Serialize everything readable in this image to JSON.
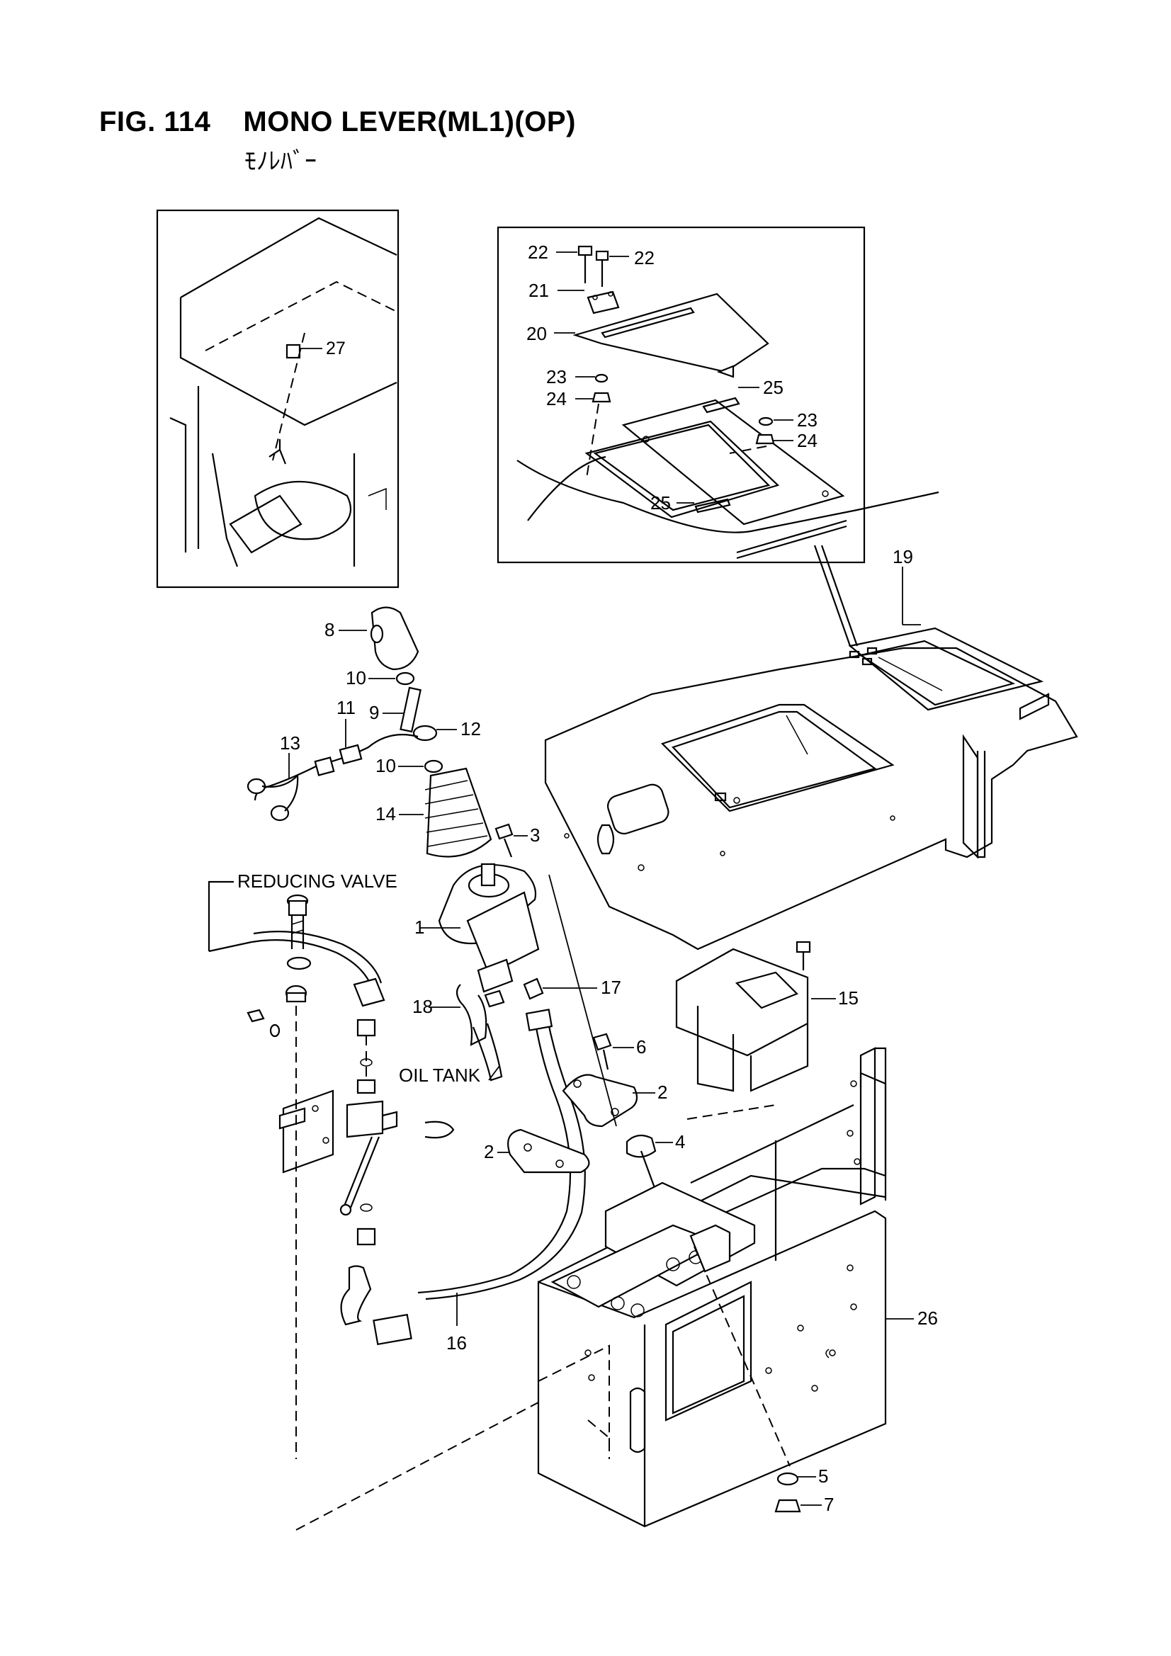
{
  "figure": {
    "number": "FIG. 114",
    "name": "MONO LEVER(ML1)(OP)",
    "subtitle": "ﾓﾉﾚﾊﾞｰ"
  },
  "callouts": {
    "c1": "1",
    "c2a": "2",
    "c2b": "2",
    "c3": "3",
    "c4": "4",
    "c5": "5",
    "c6": "6",
    "c7": "7",
    "c8": "8",
    "c9": "9",
    "c10a": "10",
    "c10b": "10",
    "c11": "11",
    "c12": "12",
    "c13": "13",
    "c14": "14",
    "c15": "15",
    "c16": "16",
    "c17": "17",
    "c18": "18",
    "c19": "19",
    "c20": "20",
    "c21": "21",
    "c22a": "22",
    "c22b": "22",
    "c23a": "23",
    "c23b": "23",
    "c24a": "24",
    "c24b": "24",
    "c25a": "25",
    "c25b": "25",
    "c26": "26",
    "c27": "27"
  },
  "notes": {
    "reducing_valve": "REDUCING VALVE",
    "oil_tank": "OIL TANK"
  }
}
